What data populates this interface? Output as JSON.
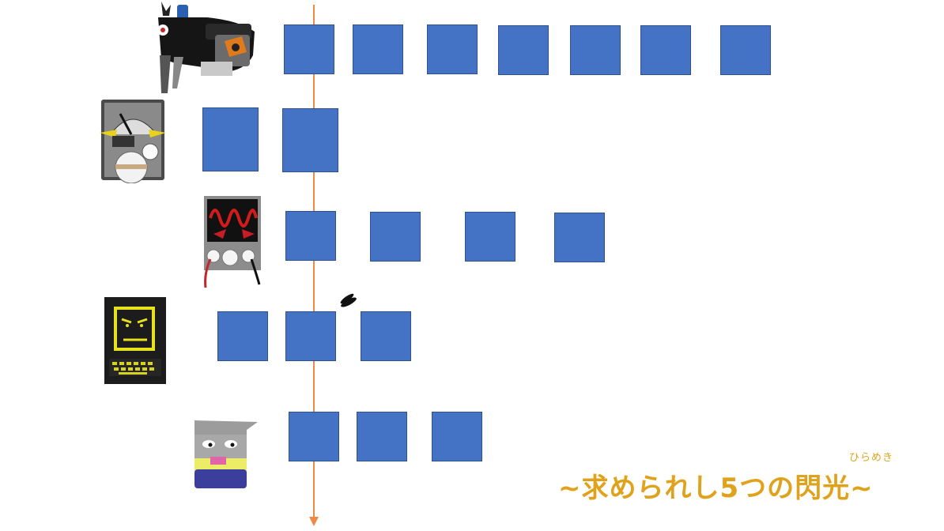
{
  "title": {
    "text": "~求められし5つの閃光~",
    "ruby": "ひらめき"
  },
  "colors": {
    "square_fill": "#4472c4",
    "square_border": "#2f528f",
    "timeline": "#ec8a46",
    "title": "#e0a21a"
  },
  "characters": [
    {
      "name": "black-machine-character"
    },
    {
      "name": "meter-character"
    },
    {
      "name": "oscilloscope-character"
    },
    {
      "name": "laptop-character"
    },
    {
      "name": "cylinder-character"
    }
  ],
  "rows": [
    {
      "row": 1,
      "square_count": 7
    },
    {
      "row": 2,
      "square_count": 2
    },
    {
      "row": 3,
      "square_count": 4
    },
    {
      "row": 4,
      "square_count": 3
    },
    {
      "row": 5,
      "square_count": 3
    }
  ]
}
